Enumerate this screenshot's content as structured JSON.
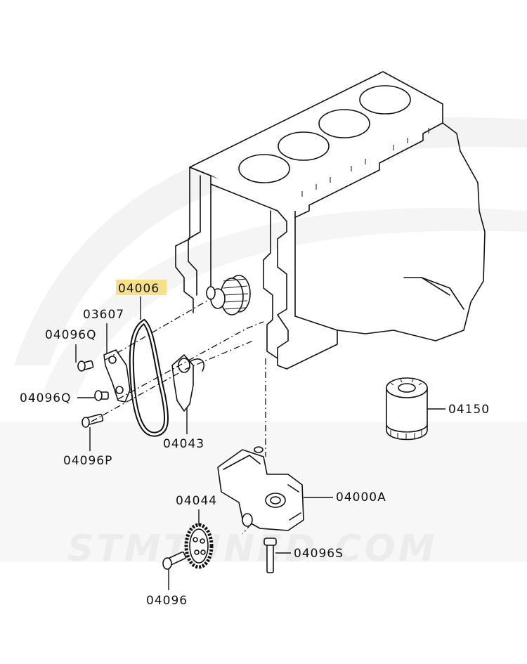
{
  "watermark": {
    "text": "STMTUNED.COM"
  },
  "colors": {
    "highlight": "#f7e08a",
    "ink": "#111111",
    "watermark": "#ececec"
  },
  "parts": [
    {
      "id": "04006",
      "highlighted": true
    },
    {
      "id": "03607"
    },
    {
      "id": "04096Q"
    },
    {
      "id": "04096Q"
    },
    {
      "id": "04096P"
    },
    {
      "id": "04043"
    },
    {
      "id": "04150"
    },
    {
      "id": "04000A"
    },
    {
      "id": "04044"
    },
    {
      "id": "04096S"
    },
    {
      "id": "04096"
    }
  ]
}
